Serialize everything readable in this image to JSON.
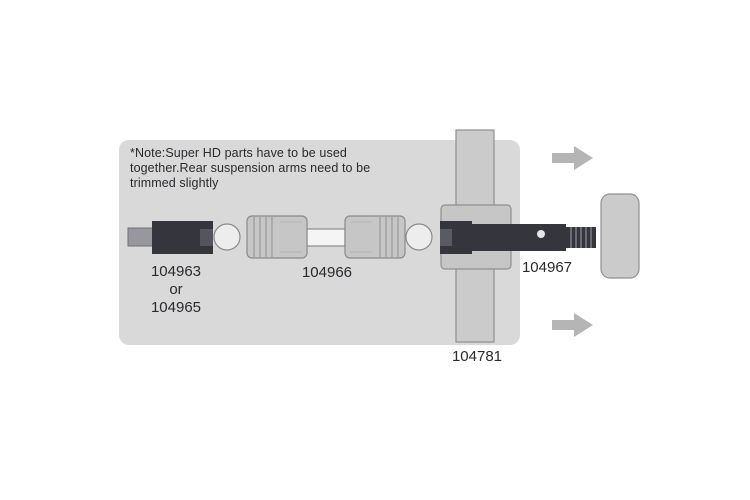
{
  "panel": {
    "note_lines": [
      "*Note:Super HD parts have to be used",
      "together.Rear suspension arms need to be",
      "trimmed slightly"
    ]
  },
  "parts": {
    "outdrive": {
      "label_line1": "104963",
      "label_line2": "or",
      "label_line3": "104965"
    },
    "dogbone": {
      "label": "104966"
    },
    "axle": {
      "label": "104967"
    },
    "shaft_bar": {
      "label": "104781"
    }
  },
  "colors": {
    "panel_background": "#d9d9d9",
    "dark_part": "#35353d",
    "light_part": "#c9c9c9",
    "arrow": "#b5b5b5",
    "text": "#2a2a2e"
  }
}
